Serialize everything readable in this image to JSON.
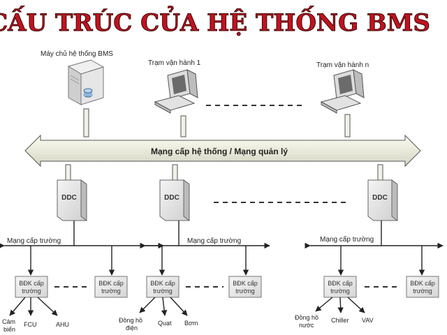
{
  "title": "CẤU TRÚC CỦA HỆ THỐNG BMS",
  "server_label": "Máy chủ hệ thống BMS",
  "station_1_label": "Trạm vận hành 1",
  "station_n_label": "Trạm vận hành n",
  "system_network_label": "Mạng cấp hệ thống / Mạng quản lý",
  "ddc_label": "DDC",
  "field_network_label": "Mạng cấp trường",
  "controller_label_line1": "BĐK cấp",
  "controller_label_line2": "trường",
  "devices": {
    "sensor_line1": "Cảm",
    "sensor_line2": "biến",
    "fcu": "FCU",
    "ahu": "AHU",
    "meter_line1": "Đồng hồ",
    "meter_line2": "điện",
    "fan": "Quạt",
    "pump": "Bơm",
    "water_meter_line1": "Đồng hồ",
    "water_meter_line2": "nước",
    "chiller": "Chiller",
    "vav": "VAV"
  },
  "colors": {
    "title_red": "#c1121f",
    "band_fill": "#efefe2",
    "box_fill": "#e8e8e8"
  }
}
